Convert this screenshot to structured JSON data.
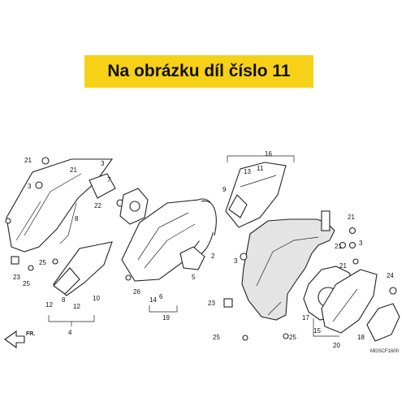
{
  "banner": {
    "text": "Na obrázku díl číslo 11",
    "color": "#f7d117"
  },
  "direction": {
    "label": "FR."
  },
  "diagram_code": "MGSCF1600",
  "callouts": [
    "21",
    "3",
    "21",
    "3",
    "7",
    "22",
    "16",
    "13",
    "11",
    "9",
    "21",
    "21",
    "8",
    "3",
    "12",
    "23",
    "25",
    "25",
    "26",
    "14",
    "6",
    "5",
    "2",
    "19",
    "12",
    "10",
    "8",
    "4",
    "23",
    "25",
    "25",
    "17",
    "15",
    "20",
    "18",
    "24",
    "3",
    "21"
  ]
}
